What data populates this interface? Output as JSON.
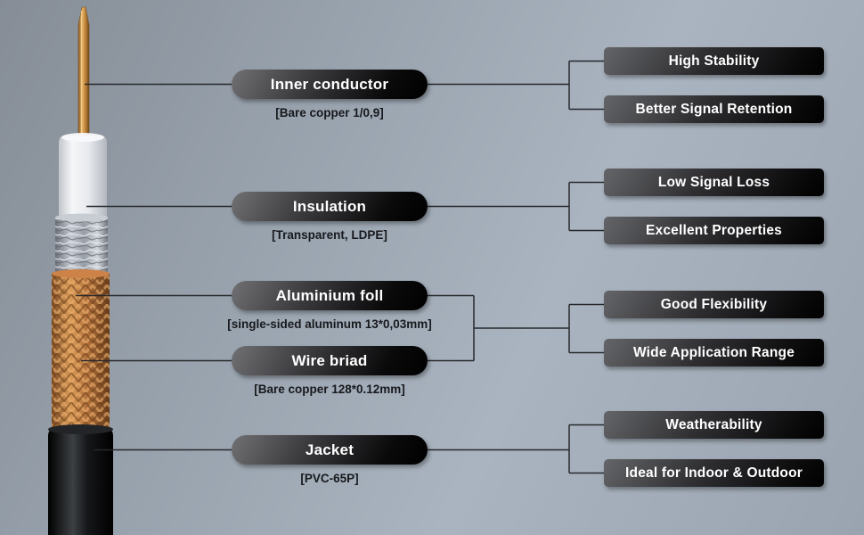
{
  "labels": [
    {
      "label": "Inner conductor",
      "spec": "[Bare copper 1/0,9]"
    },
    {
      "label": "Insulation",
      "spec": "[Transparent, LDPE]"
    },
    {
      "label": "Aluminium foll",
      "spec": "[single-sided aluminum 13*0,03mm]"
    },
    {
      "label": "Wire briad",
      "spec": "[Bare copper 128*0.12mm]"
    },
    {
      "label": "Jacket",
      "spec": "[PVC-65P]"
    }
  ],
  "features": [
    "High Stability",
    "Better Signal Retention",
    "Low Signal Loss",
    "Excellent Properties",
    "Good Flexibility",
    "Wide Application Range",
    "Weatherability",
    "Ideal for Indoor & Outdoor"
  ],
  "colors": {
    "background_start": "#868d96",
    "background_end": "#aab4c0",
    "pill_gradient_start": "#717174",
    "pill_gradient_end": "#000000",
    "label_text": "#ffffff",
    "spec_text": "#17191d",
    "connector_line": "#26282c",
    "copper_conductor": "#c98d3f",
    "insulation_white": "#eef0f3",
    "aluminium_foil": "#aab0b9",
    "copper_braid": "#b5713a",
    "jacket_black": "#0a0b0c"
  }
}
